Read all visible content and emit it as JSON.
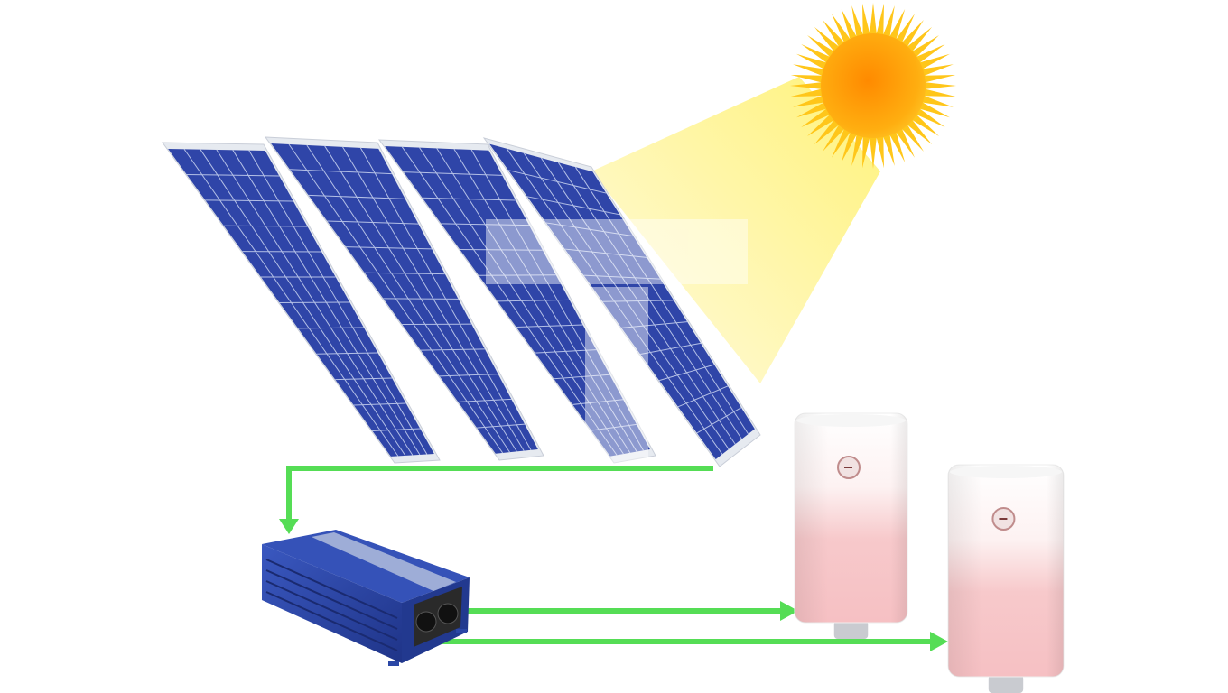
{
  "diagram": {
    "components": [
      {
        "id": "sun",
        "icon": "sun-icon"
      },
      {
        "id": "solar-panels",
        "count": 4,
        "icon": "solar-panel-icon"
      },
      {
        "id": "inverter",
        "icon": "inverter-icon"
      },
      {
        "id": "water-heaters",
        "count": 2,
        "icon": "water-heater-icon"
      }
    ],
    "connections": [
      {
        "from": "solar-panels",
        "to": "inverter"
      },
      {
        "from": "inverter",
        "to": "water-heater-1"
      },
      {
        "from": "inverter",
        "to": "water-heater-2"
      }
    ]
  },
  "colors": {
    "background": "#ffffff",
    "panel_cell": "#2f45a8",
    "panel_frame": "#e4e8ee",
    "sun_core": "#ff9d00",
    "sun_rays": "#ffcc1a",
    "light_beam": "#fff79a",
    "arrow": "#4fdc4f",
    "inverter": "#2b47a6",
    "heater_top": "#ffffff",
    "heater_bottom": "#f6c3c6"
  }
}
